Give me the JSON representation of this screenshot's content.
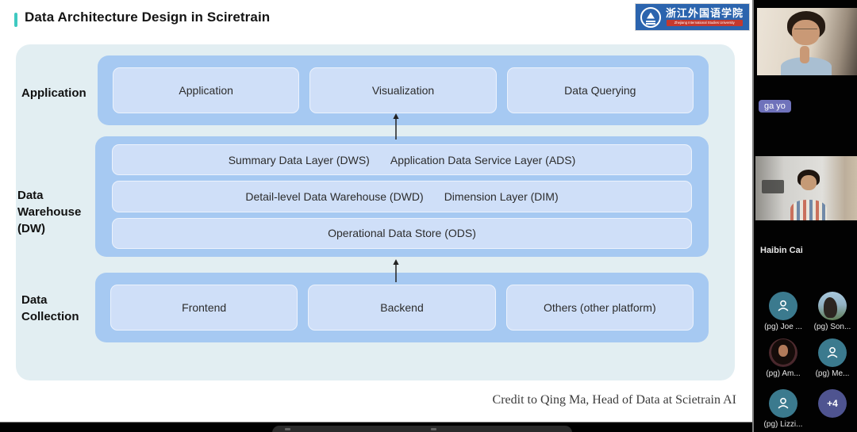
{
  "slide": {
    "title": "Data Architecture Design in Sciretrain",
    "credit": "Credit to Qing Ma, Head of Data at Scietrain AI",
    "logo": {
      "cn": "浙江外国语学院",
      "en": "Zhejiang International Studies University"
    },
    "diagram": {
      "row1": {
        "label": "Application",
        "boxes": [
          "Application",
          "Visualization",
          "Data Querying"
        ]
      },
      "row2": {
        "label": "Data Warehouse (DW)",
        "line1a": "Summary Data Layer (DWS)",
        "line1b": "Application Data Service Layer (ADS)",
        "line2a": "Detail-level Data Warehouse (DWD)",
        "line2b": "Dimension Layer (DIM)",
        "line3": "Operational Data Store (ODS)"
      },
      "row3": {
        "label": "Data Collection",
        "boxes": [
          "Frontend",
          "Backend",
          "Others (other platform)"
        ]
      }
    }
  },
  "sidebar": {
    "video1_name": "ga yo",
    "video2_name": "Haibin Cai",
    "participants": [
      {
        "label": "(pg) Joe ..."
      },
      {
        "label": "(pg) Son..."
      },
      {
        "label": "(pg) Am..."
      },
      {
        "label": "(pg) Me..."
      },
      {
        "label": "(pg) Lizzi..."
      },
      {
        "label": "+4"
      }
    ]
  },
  "colors": {
    "accent_teal": "#3fc9c1",
    "diagram_bg": "#e2eef2",
    "lane_blue": "#a6c9f2",
    "box_blue": "#cfdff8",
    "logo_blue": "#2b64ae",
    "logo_red": "#c5392e",
    "name_badge_purple": "#6f72bb",
    "avatar_teal": "#3b7a8e",
    "overflow_indigo": "#4f5490"
  }
}
